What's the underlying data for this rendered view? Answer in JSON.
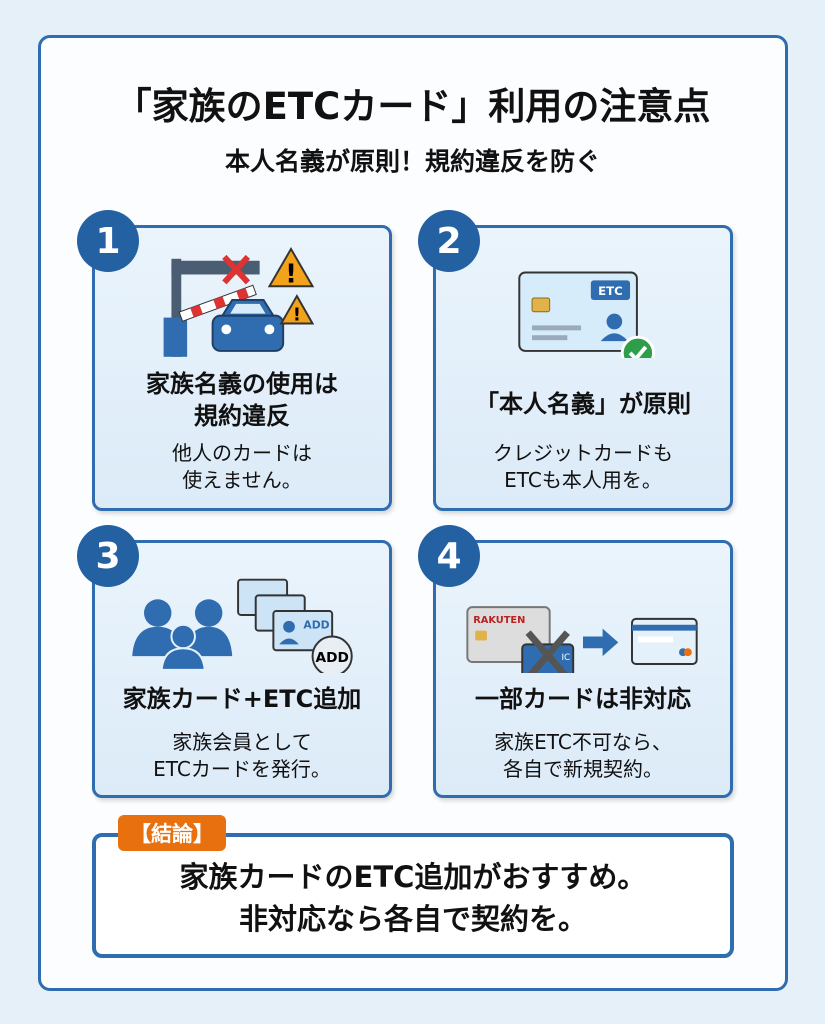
{
  "title": "「家族のETCカード」利用の注意点",
  "subtitle": "本人名義が原則！規約違反を防ぐ",
  "colors": {
    "primary": "#2f6db0",
    "number_bg": "#2461a3",
    "badge": "#e8700f",
    "warning": "#f2a21b"
  },
  "cards": [
    {
      "number": "1",
      "heading_lines": [
        "家族名義の使用は",
        "規約違反"
      ],
      "text_lines": [
        "他人のカードは",
        "使えません。"
      ],
      "icon": "toll-gate-blocked-car-warning-icon"
    },
    {
      "number": "2",
      "heading_lines": [
        "「本人名義」が原則"
      ],
      "text_lines": [
        "クレジットカードも",
        "ETCも本人用を。"
      ],
      "icon": "etc-card-check-icon",
      "card_label": "ETC"
    },
    {
      "number": "3",
      "heading_lines": [
        "家族カード+ETC追加"
      ],
      "text_lines": [
        "家族会員として",
        "ETCカードを発行。"
      ],
      "icon": "family-add-cards-icon",
      "add_label": "ADD"
    },
    {
      "number": "4",
      "heading_lines": [
        "一部カードは非対応"
      ],
      "text_lines": [
        "家族ETC不可なら、",
        "各自で新規契約。"
      ],
      "icon": "card-not-supported-arrow-icon",
      "brand_label": "RAKUTEN",
      "etc_fragment": "IC"
    }
  ],
  "conclusion": {
    "badge": "【結論】",
    "lines": [
      "家族カードのETC追加がおすすめ。",
      "非対応なら各自で契約を。"
    ]
  }
}
